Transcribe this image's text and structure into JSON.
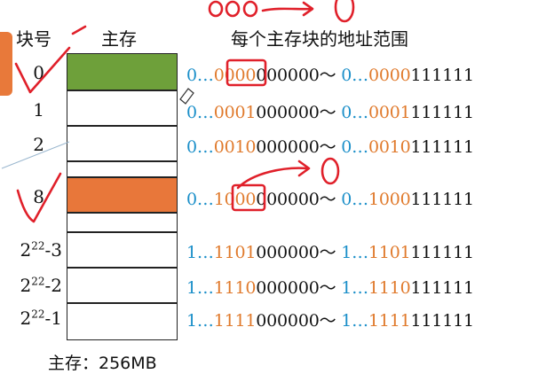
{
  "header": {
    "block_no": "块号",
    "main_memory": "主存",
    "addr_range": "每个主存块的地址范围"
  },
  "rows": [
    {
      "label": "0",
      "prefix": "0…",
      "mid": "0000",
      "tail": "000000",
      "sep": "～",
      "prefix2": "0…",
      "mid2": "0000",
      "tail2": "111111",
      "fill": "#6ea03a"
    },
    {
      "label": "1",
      "prefix": "0…",
      "mid": "0001",
      "tail": "000000",
      "sep": "～",
      "prefix2": "0…",
      "mid2": "0001",
      "tail2": "111111",
      "fill": "#ffffff"
    },
    {
      "label": "2",
      "prefix": "0…",
      "mid": "0010",
      "tail": "000000",
      "sep": "～",
      "prefix2": "0…",
      "mid2": "0010",
      "tail2": "111111",
      "fill": "#ffffff"
    },
    {
      "label": "8",
      "prefix": "0…",
      "mid": "1000",
      "tail": "000000",
      "sep": "～",
      "prefix2": "0…",
      "mid2": "1000",
      "tail2": "111111",
      "fill": "#e8773a"
    },
    {
      "label_base": "2",
      "label_exp": "22",
      "label_suffix": "-3",
      "prefix": "1…",
      "mid": "1101",
      "tail": "000000",
      "sep": "～",
      "prefix2": "1…",
      "mid2": "1101",
      "tail2": "111111",
      "fill": "#ffffff"
    },
    {
      "label_base": "2",
      "label_exp": "22",
      "label_suffix": "-2",
      "prefix": "1…",
      "mid": "1110",
      "tail": "000000",
      "sep": "～",
      "prefix2": "1…",
      "mid2": "1110",
      "tail2": "111111",
      "fill": "#ffffff"
    },
    {
      "label_base": "2",
      "label_exp": "22",
      "label_suffix": "-1",
      "prefix": "1…",
      "mid": "1111",
      "tail": "000000",
      "sep": "～",
      "prefix2": "1…",
      "mid2": "1111",
      "tail2": "111111",
      "fill": "#ffffff"
    }
  ],
  "footer": {
    "caption": "主存：256MB"
  },
  "annotations": {
    "top_scribble": "000→0",
    "mid_scribble": "→0"
  },
  "colors": {
    "blue": "#1b8fc9",
    "orange": "#e07a2c",
    "annotation_red": "#e0202a",
    "ribbon": "#e8793a"
  }
}
